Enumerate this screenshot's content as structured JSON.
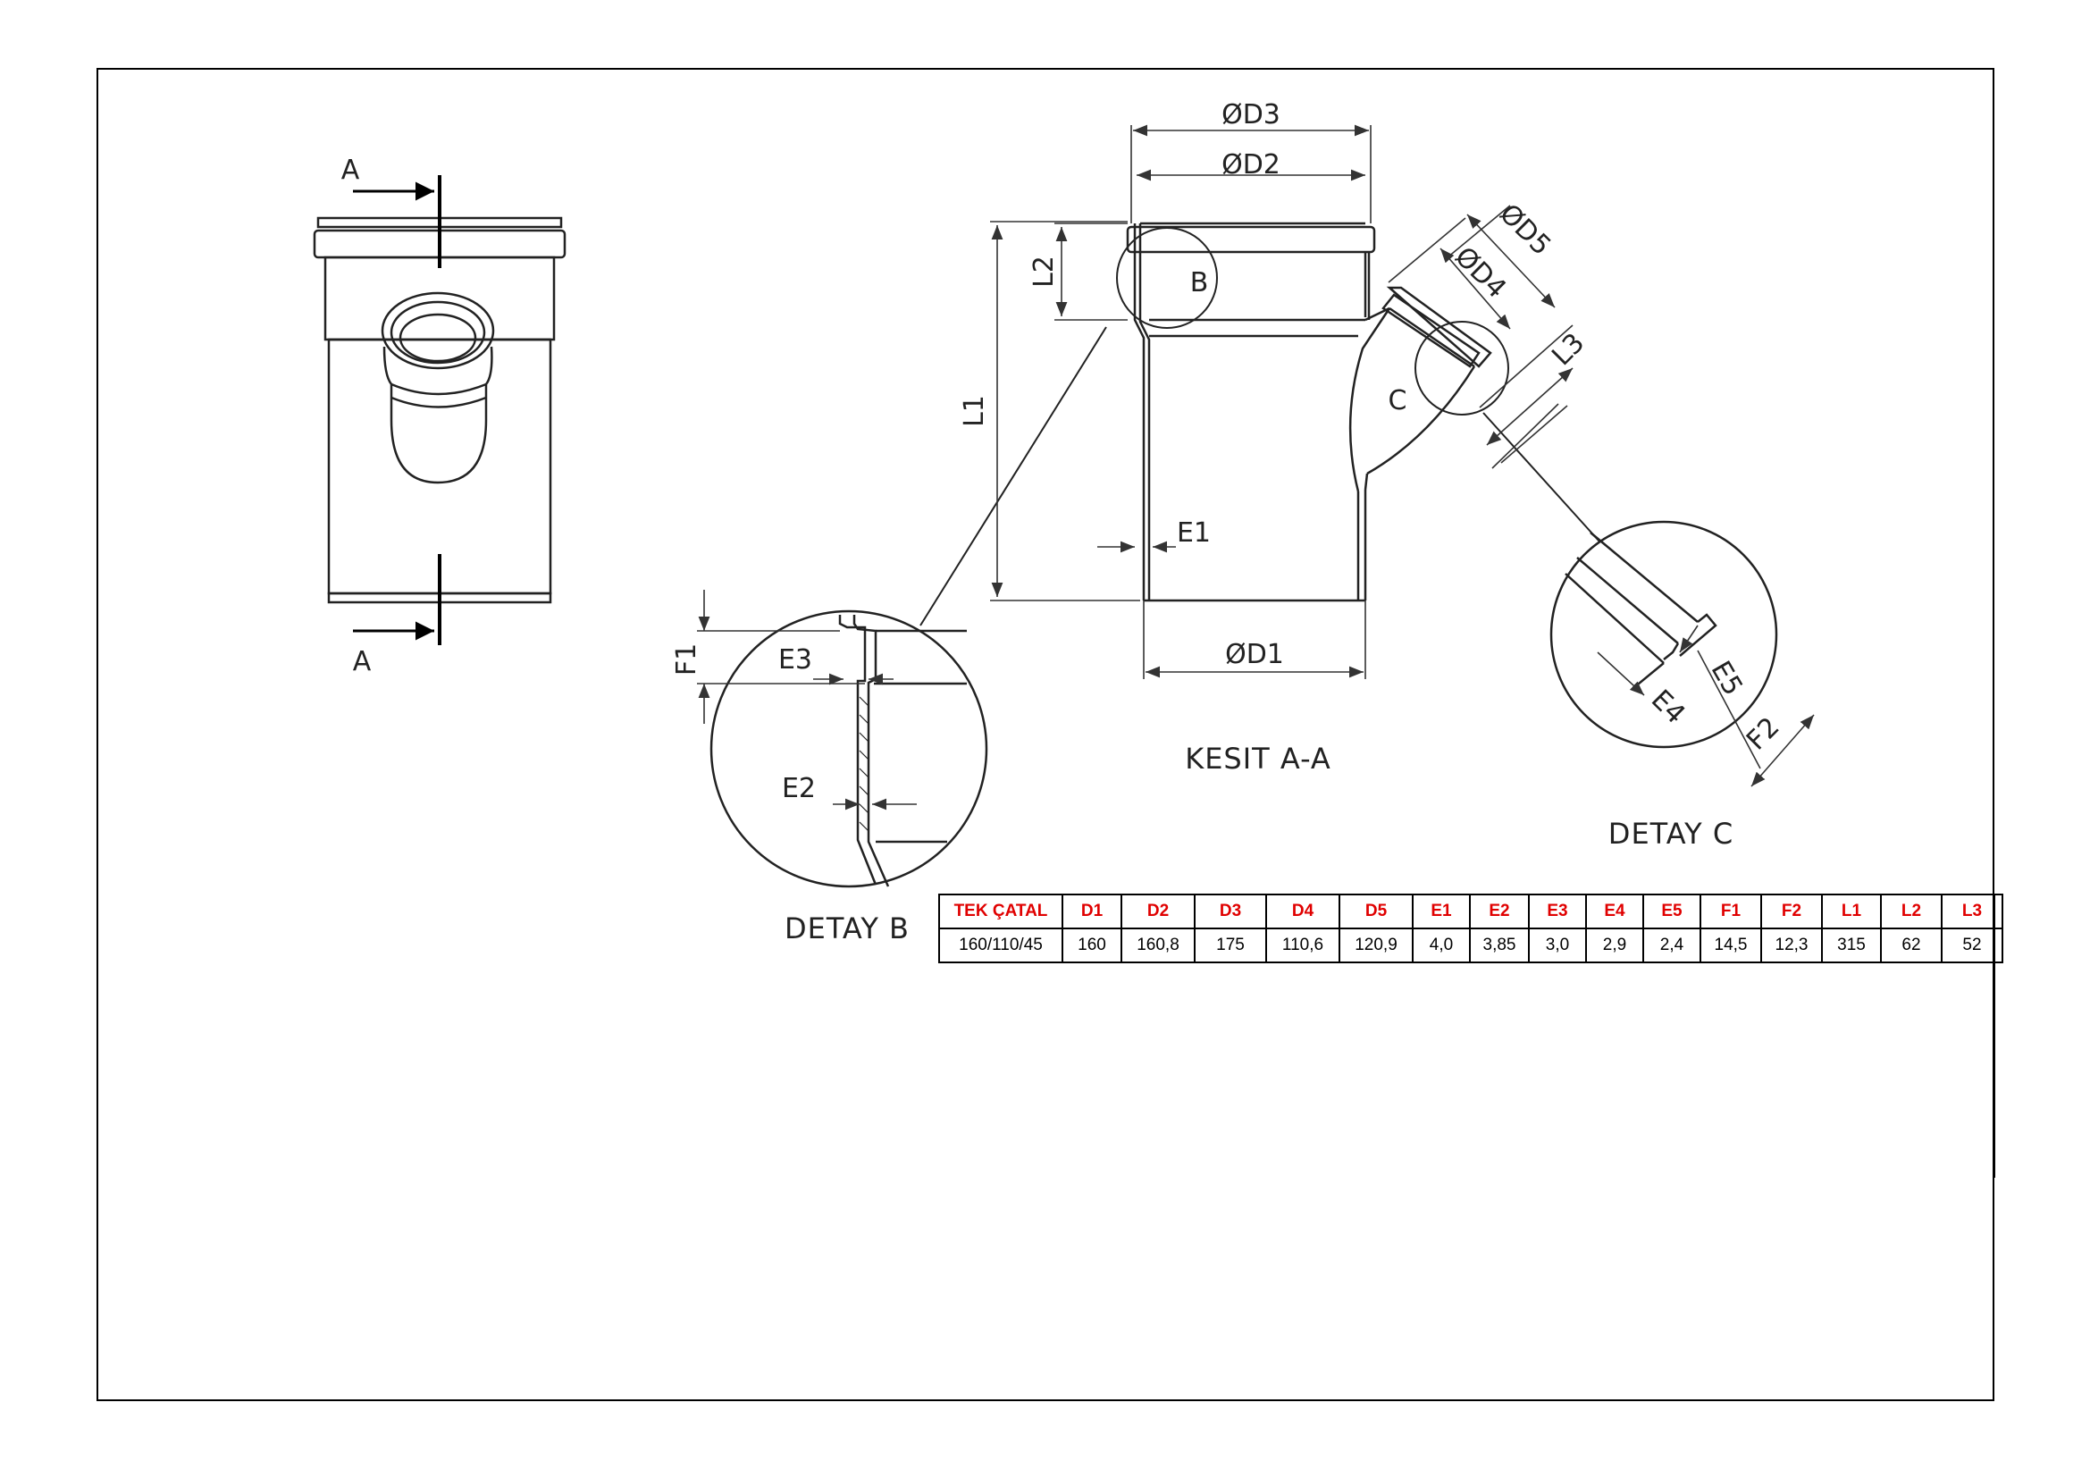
{
  "drawing": {
    "section_mark": "A",
    "section_title": "KESIT A-A",
    "detail_b_title": "DETAY B",
    "detail_c_title": "DETAY C",
    "detail_b_marker": "B",
    "detail_c_marker": "C",
    "dims": {
      "d1": "ØD1",
      "d2": "ØD2",
      "d3": "ØD3",
      "d4": "ØD4",
      "d5": "ØD5",
      "e1": "E1",
      "e2": "E2",
      "e3": "E3",
      "e4": "E4",
      "e5": "E5",
      "f1": "F1",
      "f2": "F2",
      "l1": "L1",
      "l2": "L2",
      "l3": "L3"
    }
  },
  "table": {
    "headers": [
      "TEK ÇATAL",
      "D1",
      "D2",
      "D3",
      "D4",
      "D5",
      "E1",
      "E2",
      "E3",
      "E4",
      "E5",
      "F1",
      "F2",
      "L1",
      "L2",
      "L3"
    ],
    "rows": [
      [
        "160/110/45",
        "160",
        "160,8",
        "175",
        "110,6",
        "120,9",
        "4,0",
        "3,85",
        "3,0",
        "2,9",
        "2,4",
        "14,5",
        "12,3",
        "315",
        "62",
        "52"
      ]
    ],
    "header_color": "#e00000"
  }
}
